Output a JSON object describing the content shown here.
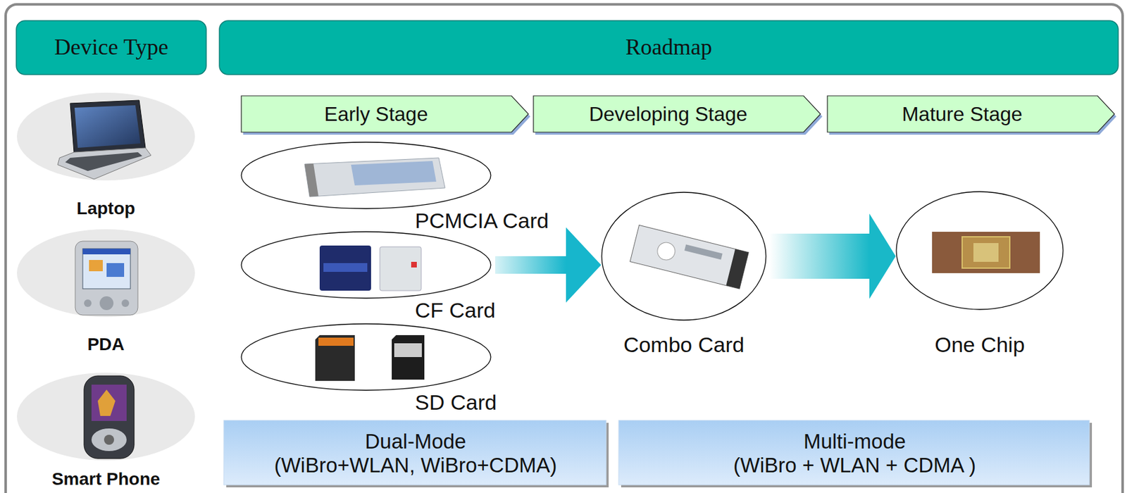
{
  "diagram": {
    "nodes": [
      {
        "text": [
          "Device Type"
        ]
      },
      {
        "text": [
          "Roadmap"
        ]
      },
      {
        "text": [
          "Early Stage"
        ]
      },
      {
        "text": [
          "Developing Stage"
        ]
      },
      {
        "text": [
          "Mature Stage"
        ]
      },
      {
        "text": [
          "Laptop"
        ]
      },
      {
        "text": [
          "PDA"
        ]
      },
      {
        "text": [
          "Smart Phone"
        ]
      },
      {
        "text": [
          "PCMCIA Card"
        ]
      },
      {
        "text": [
          "CF Card"
        ]
      },
      {
        "text": [
          "SD Card"
        ]
      },
      {
        "text": [
          "Combo Card"
        ]
      },
      {
        "text": [
          "One Chip"
        ]
      },
      {
        "text": [
          "Dual-Mode",
          "(WiBro+WLAN, WiBro+CDMA)"
        ]
      },
      {
        "text": [
          "Multi-mode",
          "(WiBro + WLAN + CDMA )"
        ]
      }
    ],
    "edges": [
      {
        "from": 9,
        "to": 11,
        "arrow": "to"
      },
      {
        "from": 11,
        "to": 12,
        "arrow": "to"
      }
    ]
  }
}
